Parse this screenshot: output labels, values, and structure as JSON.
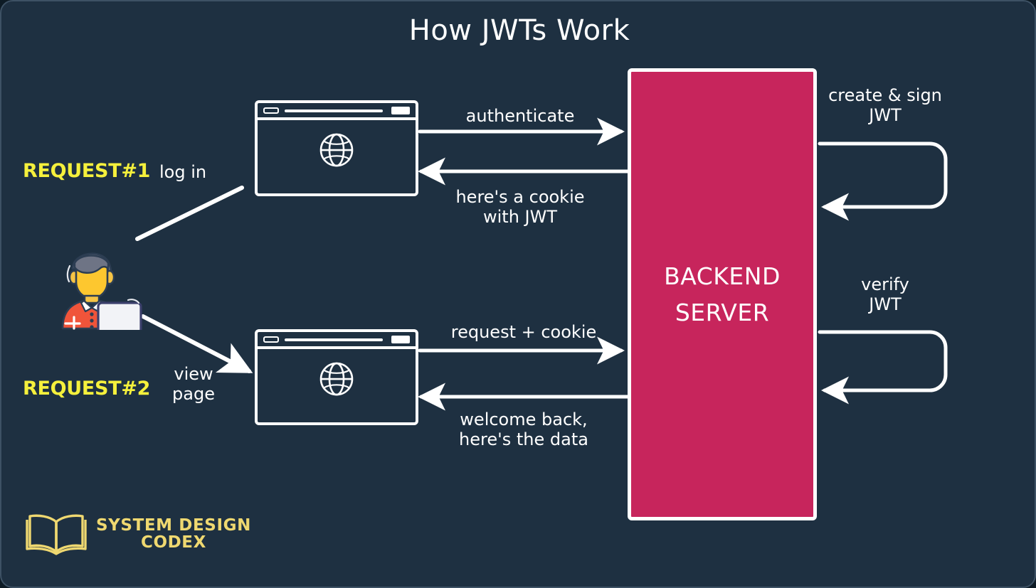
{
  "diagram": {
    "title": "How JWTs Work",
    "background_color": "#1e3041",
    "accent_color": "#c7255c",
    "highlight_color": "#f5f03c",
    "line_color": "#ffffff"
  },
  "server": {
    "name": "BACKEND\nSERVER",
    "fill": "#c7255c"
  },
  "requests": [
    {
      "badge": "REQUEST#1",
      "action": "log in"
    },
    {
      "badge": "REQUEST#2",
      "action": "view\npage"
    }
  ],
  "flows": {
    "authenticate": "authenticate",
    "cookie_response": "here's a cookie\nwith JWT",
    "request_cookie": "request + cookie",
    "data_response": "welcome back,\nhere's the data"
  },
  "server_ops": {
    "create_sign": "create & sign\nJWT",
    "verify": "verify\nJWT"
  },
  "branding": {
    "logo_text": "SYSTEM DESIGN\nCODEX",
    "logo_color": "#efd870",
    "icon": "open-book-icon"
  },
  "browsers": [
    {
      "icon": "globe-icon",
      "position": "top"
    },
    {
      "icon": "globe-icon",
      "position": "bottom"
    }
  ],
  "actor": {
    "icon": "user-at-computer-icon"
  }
}
